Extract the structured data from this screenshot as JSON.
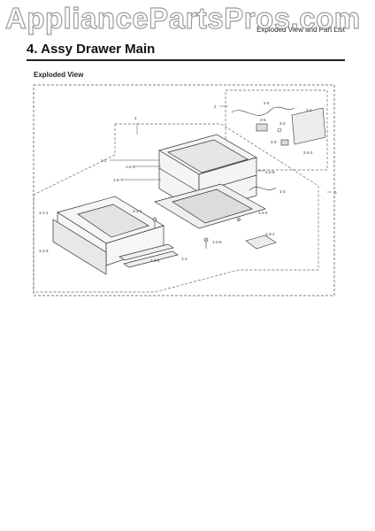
{
  "watermark": "AppliancePartsPros.com",
  "header": {
    "right_text": "Exploded View and Part List"
  },
  "page_title": "4.  Assy Drawer Main",
  "section_title": "Exploded View",
  "callouts": [
    "1",
    "1-2",
    "1-2-3",
    "1-2-7",
    "1-2-8",
    "1-1-1",
    "1-1-2",
    "1-1-3",
    "1-1-4",
    "1-1",
    "1-2-4",
    "1-2-5",
    "1-3",
    "1-3-1",
    "2",
    "2-4",
    "2-1",
    "2-5",
    "2-2",
    "2-3",
    "2-4-1",
    "0"
  ]
}
